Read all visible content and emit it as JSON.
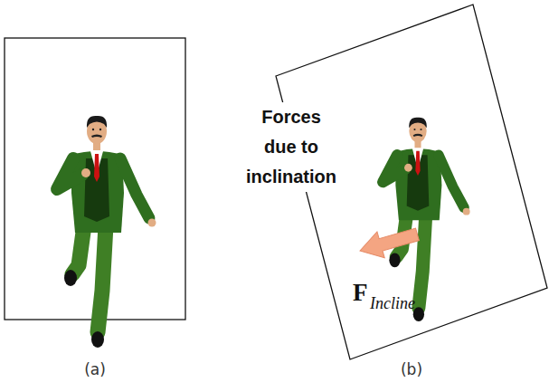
{
  "diagram": {
    "labels": [
      "Forces due to inclination",
      "F",
      "Incline",
      "(a)",
      "(b)"
    ]
  }
}
